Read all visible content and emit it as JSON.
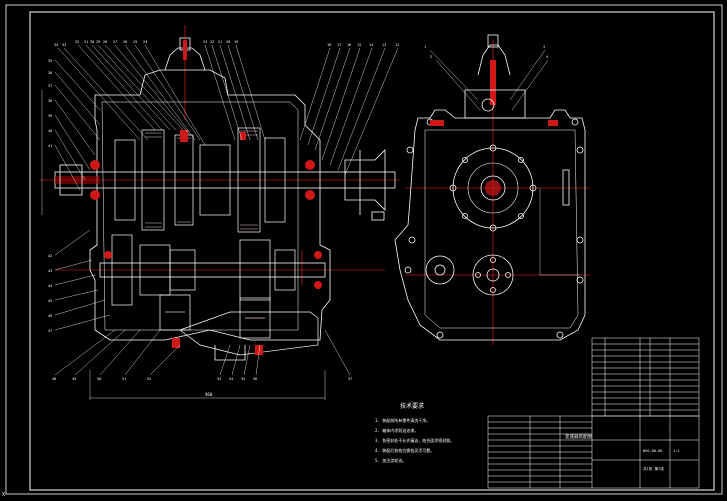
{
  "drawing": {
    "background": "#000000",
    "colors": {
      "linework": "#ffffff",
      "centerline": "#ff2020",
      "section_fill": "#d01818",
      "hatch": "#a00000",
      "gear_teeth": "#e8c8c8"
    },
    "notes": {
      "title": "技术要求",
      "lines": [
        "1. 装配前所有零件清洗干净。",
        "2. 箱体内涂耐油油漆。",
        "3. 各密封处不允许漏油，结合面涂密封胶。",
        "4. 装配后各档位换档灵活可靠。",
        "5. 加注齿轮油。"
      ]
    },
    "title_block": {
      "drawing_title": "变速器装配图",
      "drawing_no": "BSQ-00-00",
      "scale": "1:1",
      "sheet": "共1张 第1张"
    },
    "coordinate_readout": "X"
  }
}
